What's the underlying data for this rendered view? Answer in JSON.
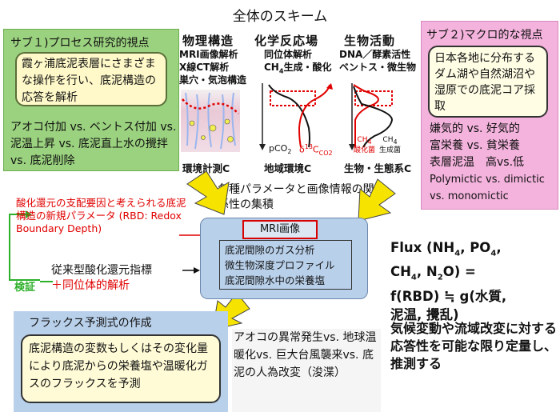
{
  "title": "全体のスキーム",
  "sub1": {
    "title": "サブ１)プロセス研究的視点",
    "box_text": "霞ヶ浦底泥表層にさまざまな操作を行い、底泥構造の応答を解析",
    "bottom_text": "アオコ付加 vs. ベントス付加 vs. 泥温上昇 vs. 底泥直上水の攪拌 vs. 底泥削除"
  },
  "sub2": {
    "title": "サブ２)マクロ的な視点",
    "box_text": "日本各地に分布するダム湖や自然湖沼や湿原での底泥コア採取",
    "lines": [
      "嫌気的 vs. 好気的",
      "富栄養 vs. 貧栄養",
      "表層泥温　高vs.低",
      "Polymictic vs. dimictic",
      "vs. monomictic"
    ]
  },
  "columns": [
    {
      "head": "物理構造",
      "sub1": "MRI画像解析",
      "sub2": "X線CT解析",
      "sub3": "巣穴・気泡構造",
      "bottom": "環境計測C"
    },
    {
      "head": "化学反応場",
      "sub1": "同位体解析",
      "sub2_pre": "CH",
      "sub2_sub": "4",
      "sub2_post": "生成・酸化",
      "bottom": "地域環境C"
    },
    {
      "head": "生物活動",
      "sub1": "DNA／酵素活性",
      "sub2": "ベントス・微生物",
      "bottom": "生物・生態系C"
    }
  ],
  "chem_plot": {
    "label_pco2_pre": "pCO",
    "label_pco2_sub": "2",
    "label_delta": "δ",
    "label_delta_sup": "13",
    "label_delta_c": "C",
    "label_delta_sub": "CO2"
  },
  "bio_plot": {
    "label_oxid_pre": "CH",
    "label_oxid_sub": "4",
    "label_oxid_post": "酸化菌",
    "label_prod_pre": "CH",
    "label_prod_sub": "4",
    "label_prod_post": "生成菌"
  },
  "center_text": "各種パラメータと画像情報の関係性の集積",
  "red_text": "酸化還元の支配要因と考えられる底泥構造の新規パラメータ (RBD: Redox Boundary Depth)",
  "kensho": "検証",
  "legacy_line1": "従来型酸化還元指標",
  "legacy_line2": "＋同位体的解析",
  "mri": {
    "label": "MRI画像",
    "lines": [
      "底泥間隙のガス分析",
      "微生物深度プロファイル",
      "底泥間隙水中の栄養塩"
    ]
  },
  "flux": {
    "l1_a": "Flux (NH",
    "l1_s1": "4",
    "l1_b": ", PO",
    "l1_s2": "4",
    "l1_c": ",",
    "l2_a": "CH",
    "l2_s1": "4",
    "l2_b": ", N",
    "l2_s2": "2",
    "l2_c": "O) =",
    "l3": "f(RBD) ≒ g(水質,",
    "l4": "泥温, 攪乱)"
  },
  "climate_text": "気候変動や流域改変に対する応答性を可能な限り定量し、推測する",
  "flux_pred": {
    "title": "フラックス予測式の作成",
    "box_text": "底泥構造の変数もしくはその変化量により底泥からの栄養塩や温暖化ガスのフラックスを予測",
    "right_text": "アオコの異常発生vs. 地球温暖化vs. 巨大台風襲来vs. 底泥の人為改変（浚渫）"
  },
  "colors": {
    "green_box": "#9bd27f",
    "pink_box": "#f4b3dd",
    "blue_box": "#b9d0ea",
    "arrow_yellow": "#f6e400",
    "red": "#e00000",
    "green_arrow": "#2db02a"
  }
}
